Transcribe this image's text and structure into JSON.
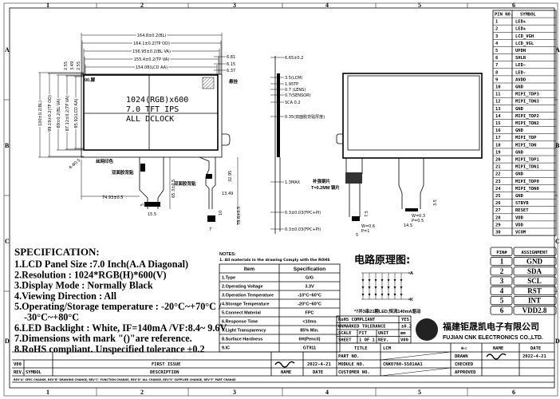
{
  "grid": {
    "columns": [
      "1",
      "2",
      "3",
      "4",
      "5",
      "6"
    ],
    "rows": [
      "A",
      "B",
      "C",
      "D"
    ]
  },
  "front_view": {
    "panel_lines": [
      "1024(RGB)x600",
      "7.0 TFT  IPS",
      "ALL DCLOCK"
    ],
    "dims_h": [
      "164.8±0.2(BL)",
      "164.1±0.2(TP OD)",
      "156.95±0.2(BL VA)",
      "155.4±0.2(TP VA)",
      "154.08(LCD AA)"
    ],
    "dims_right": [
      "6.81",
      "6.15",
      "6.37"
    ],
    "dims_v": [
      "100±0.2(BL)",
      "99.19±0.2(TP OD)",
      "89±0.2(BL VA)",
      "87.12±0.2(TP VA)",
      "85.92(LCD AA)"
    ],
    "dims_top_small": [
      "2.55",
      "3.49",
      "2.55"
    ],
    "corner_label": "00.脚",
    "hatch_label": "悬挂",
    "hole_label": "4-Φ0.5",
    "fpc_dims": {
      "width_offset": "74.93±0.5",
      "fpc_len": "65.3±0.5",
      "conn_w": "15.5",
      "conn_h": "5",
      "small_offset": "32.95",
      "small_x": "13.49",
      "small_len": "78.6±0.5",
      "small_h": "10",
      "small_w": "7"
    },
    "notes": [
      "丝网印色",
      "双面胶背贴",
      "双面胶背贴"
    ]
  },
  "side_view": {
    "labels": [
      "6.65±0.2",
      "3.5(LCM)",
      "1.95TP",
      "0.7 (LENS)",
      "0.7(SENSOR)",
      "SCA  0.2",
      "0.35(双面胶背贴厚度)",
      "1.3MAX",
      "0.3±0.03(FPC+PI)",
      "0.3±0.03(FPC+PI)"
    ]
  },
  "back_view": {
    "stiffener_note": [
      "补强钢片",
      "T=0.2MM 钢片"
    ],
    "fpc_dims": [
      "3.5",
      "W=0.3",
      "P=0.5",
      "14.5",
      "7.5",
      "W=0.6",
      "P=1",
      "5"
    ]
  },
  "pin_table": {
    "headers": [
      "PIN NO.",
      "SYMBOL"
    ],
    "rows": [
      [
        "1",
        "LED+"
      ],
      [
        "2",
        "LED+"
      ],
      [
        "3",
        "LCD_VGH"
      ],
      [
        "4",
        "LCD_VGL"
      ],
      [
        "5",
        "UPDN"
      ],
      [
        "6",
        "SHLR"
      ],
      [
        "7",
        "LED-"
      ],
      [
        "8",
        "LED-"
      ],
      [
        "9",
        "AVDD"
      ],
      [
        "10",
        "GND"
      ],
      [
        "11",
        "MIPI_TDP3"
      ],
      [
        "12",
        "MIPI_TDN3"
      ],
      [
        "13",
        "GND"
      ],
      [
        "14",
        "MIPI_TDP2"
      ],
      [
        "15",
        "MIPI_TDN2"
      ],
      [
        "16",
        "GND"
      ],
      [
        "17",
        "MIPI_TDP"
      ],
      [
        "18",
        "MIPI_TDN"
      ],
      [
        "19",
        "GND"
      ],
      [
        "20",
        "MIPI_TDP1"
      ],
      [
        "21",
        "MIPI_TDN1"
      ],
      [
        "22",
        "GND"
      ],
      [
        "23",
        "MIPI_TDP0"
      ],
      [
        "24",
        "MIPI_TDN0"
      ],
      [
        "25",
        "GND"
      ],
      [
        "26",
        "STBYB"
      ],
      [
        "27",
        "RESET"
      ],
      [
        "28",
        "VDD"
      ],
      [
        "29",
        "VDD"
      ],
      [
        "30",
        "VCOM"
      ]
    ]
  },
  "specification": {
    "title": "SPECIFICATION:",
    "lines": [
      "1.LCD Panel Size :7.0 Inch(A.A Diagonal)",
      "2.Resolution : 1024*RGB(H)*600(V)",
      "3.Display Mode : Normally Black",
      "4.Viewing Direction : All",
      "5.Operating/Storage temperature : -20°C~+70°C /",
      "  -30°C~+80°C",
      "6.LED Backlight : White, IF=140mA /VF:8.4~ 9.6V",
      "7.Dimensions with mark \"()\"are reference.",
      "8.RoHS compliant. Unspecified tolerance ±0.2"
    ]
  },
  "notes": {
    "title": "NOTES:",
    "line": "1. All materials in the drawing Comply with the ROHS"
  },
  "spec_table": {
    "headers": [
      "Item",
      "Specification"
    ],
    "rows": [
      [
        "1.Type",
        "G/G"
      ],
      [
        "2.Operating Voltage",
        "3.3V"
      ],
      [
        "3.Operation Temperature",
        "-10°C~60°C"
      ],
      [
        "4.Storage Temperature",
        "-20°C~60°C"
      ],
      [
        "5.Connect Material",
        "FPC"
      ],
      [
        "6.Response Time",
        "<10ms"
      ],
      [
        "7.Light Transparency",
        "85% Min."
      ],
      [
        "8.Surface Hardness",
        "6H(Pencil)"
      ],
      [
        "9.IC",
        "GT911"
      ]
    ]
  },
  "circuit": {
    "title": "电路原理图:",
    "anode": "A",
    "cathode": "K",
    "note": "*7并3串21颗LED,恒流140mA驱动"
  },
  "assignment_table": {
    "headers": [
      "PIN#",
      "ASSIGNMENT"
    ],
    "rows": [
      [
        "1",
        "GND"
      ],
      [
        "2",
        "SDA"
      ],
      [
        "3",
        "SCL"
      ],
      [
        "4",
        "RST"
      ],
      [
        "5",
        "INT"
      ],
      [
        "6",
        "VDD2.8"
      ]
    ]
  },
  "title_block": {
    "rohs": [
      [
        "RoHS COMPLIANT",
        "",
        "",
        "YES"
      ],
      [
        "UNMARKED TOLERANCE",
        "",
        "",
        "±0.2"
      ],
      [
        "SCALE",
        "FIT",
        "UNIT",
        "mm"
      ],
      [
        "SHEET",
        "1 OF 1",
        "REV.",
        "V00"
      ]
    ],
    "company_cn": "福建钜晟凯电子有限公司",
    "company_en": "FUJIAN CNK ELECTRONICS CO.,LTD.",
    "title_label": "TITLE",
    "title_value": "LCM",
    "part_no_label": "PART NO.",
    "module_no_label": "MODULE NO.",
    "module_no_value": "CNK0700-SS01AA1",
    "customer_no_label": "CUSTOMER NO.",
    "projection_symbol": "⊕◁",
    "name_label": "NAME",
    "date_label": "DATE",
    "drawn_label": "DRAWN",
    "drawn_date": "2022-4-21",
    "checked_label": "CHECKED",
    "approved_label": "APPROVED",
    "revision": {
      "rev": "V00",
      "description": "FIRST ISSUE",
      "date": "2022-4-21"
    },
    "rev_headers": {
      "rev": "REV.",
      "symbol": "SYMBOL",
      "description": "DESCRIPTION",
      "name": "NAME",
      "date": "DATE"
    },
    "footer_note": "REV\"A\" SPEC CHANGE, REV\"B\" DRAWING CHANGE, REV\"C\" FUNCTION CHANGE, REV\"D\" ALL CHANGE, REV\"E\" SUPPLIER CHANGE, REV\"F\" PART CHANGE"
  }
}
